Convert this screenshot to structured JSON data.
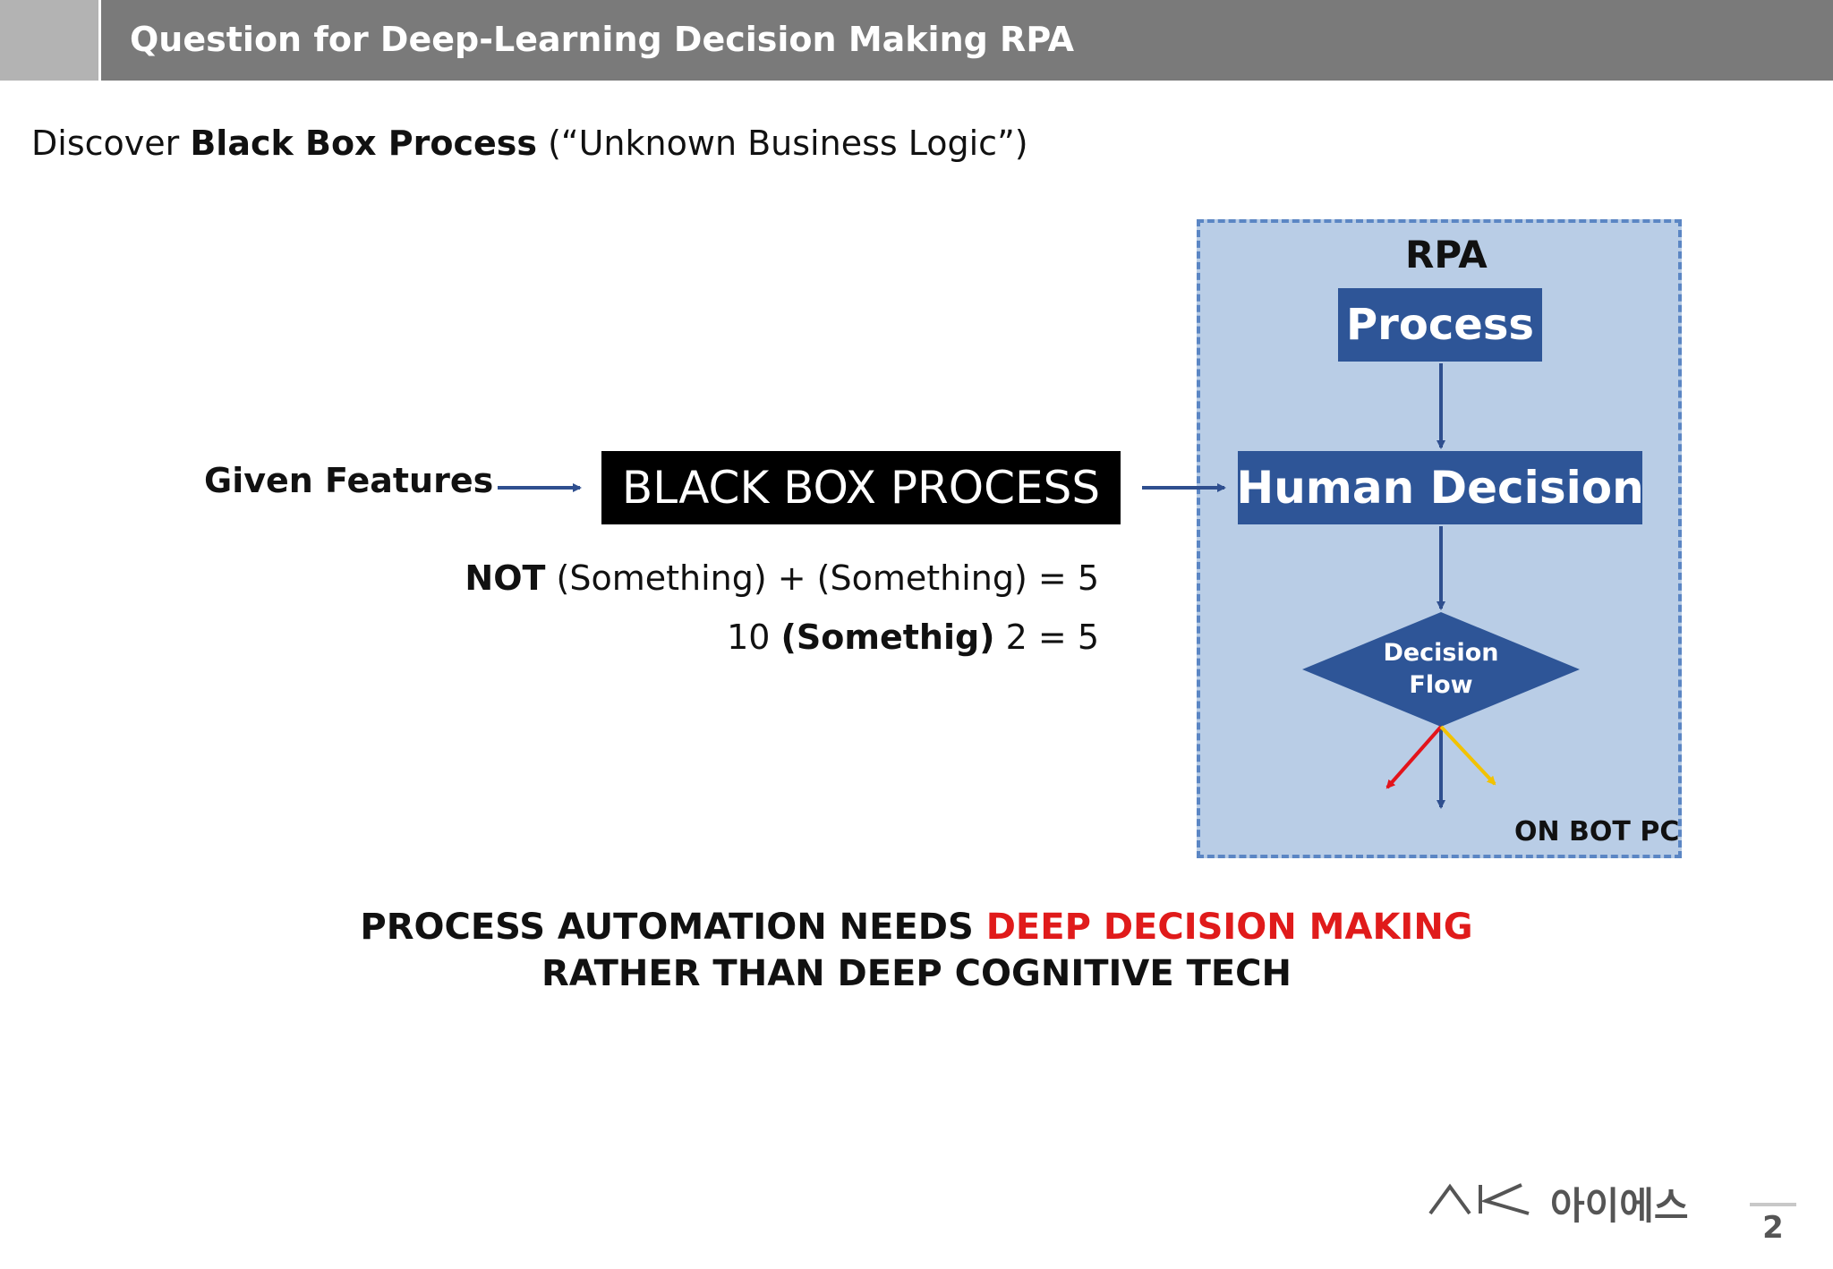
{
  "header": {
    "title": "Question for Deep-Learning Decision Making RPA"
  },
  "subtitle": {
    "prefix": "Discover ",
    "bold": "Black Box Process",
    "suffix": " (“Unknown Business Logic”)"
  },
  "diagram": {
    "given_features": "Given Features",
    "black_box": "BLACK BOX PROCESS",
    "equation1": {
      "bold": "NOT",
      "rest": " (Something) + (Something) = 5"
    },
    "equation2": {
      "prefix": "10 ",
      "bold": "(Somethig)",
      "suffix": " 2 = 5"
    },
    "rpa": {
      "title": "RPA",
      "process": "Process",
      "human_decision": "Human Decision",
      "decision_line1": "Decision",
      "decision_line2": "Flow",
      "location": "ON BOT PC"
    }
  },
  "conclusion": {
    "line1_prefix": "PROCESS AUTOMATION NEEDS ",
    "line1_highlight": "DEEP DECISION MAKING",
    "line2": "RATHER THAN DEEP COGNITIVE TECH"
  },
  "footer": {
    "logo_text": "아이에스",
    "page_number": "2"
  },
  "colors": {
    "header_bar": "#7a7a7a",
    "box_blue": "#2e5597",
    "panel": "#b9cde6",
    "panel_border": "#5b86c4",
    "arrow_blue": "#2f4f8f",
    "highlight_red": "#e01b1b",
    "branch_red": "#e3141b",
    "branch_yellow": "#f2c200"
  }
}
